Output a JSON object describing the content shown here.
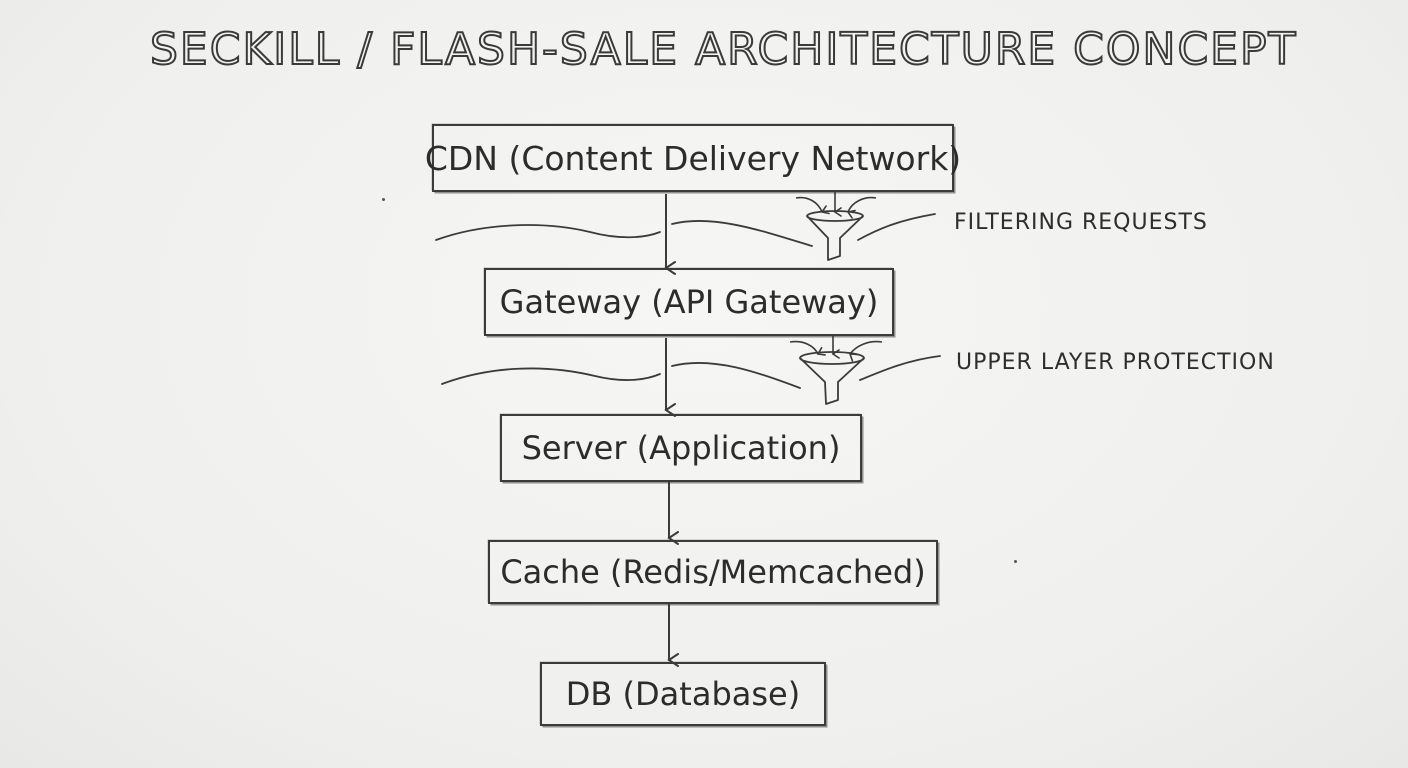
{
  "title": "SECKILL / FLASH-SALE ARCHITECTURE CONCEPT",
  "layers": [
    {
      "label": "CDN (Content Delivery Network)"
    },
    {
      "label": "Gateway (API Gateway)"
    },
    {
      "label": "Server (Application)"
    },
    {
      "label": "Cache (Redis/Memcached)"
    },
    {
      "label": "DB (Database)"
    }
  ],
  "annotations": [
    {
      "text": "FILTERING REQUESTS",
      "icon": "funnel-icon"
    },
    {
      "text": "UPPER LAYER PROTECTION",
      "icon": "funnel-icon"
    }
  ],
  "colors": {
    "ink": "#3b3b3b",
    "paper": "#f1f1ef"
  }
}
